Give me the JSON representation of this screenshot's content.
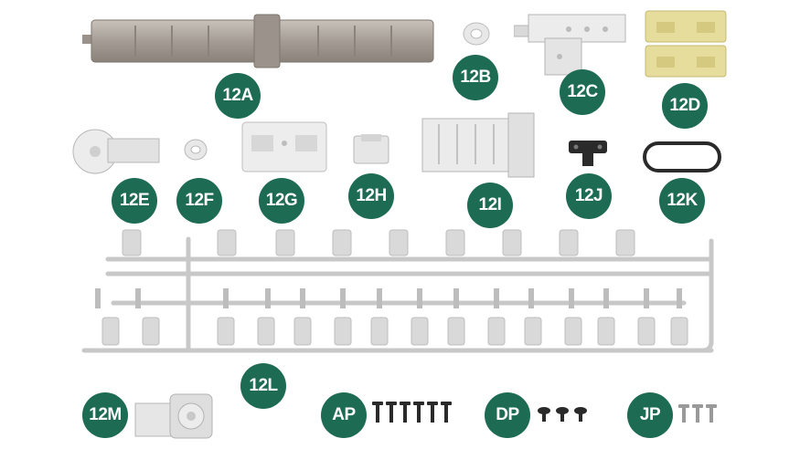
{
  "labels": {
    "a": "12A",
    "b": "12B",
    "c": "12C",
    "d": "12D",
    "e": "12E",
    "f": "12F",
    "g": "12G",
    "h": "12H",
    "i": "12I",
    "j": "12J",
    "k": "12K",
    "l": "12L",
    "m": "12M",
    "ap": "AP",
    "dp": "DP",
    "jp": "JP"
  },
  "colors": {
    "badge": "#1e6b54",
    "metal": "#a59d95",
    "white_plastic": "#e9e9e9",
    "yellow_pad": "#e6dc9c",
    "black": "#2a2a2a",
    "sprue": "#c8c8c8"
  },
  "screws": {
    "ap_count": 6,
    "dp_count": 3,
    "jp_count": 3
  }
}
